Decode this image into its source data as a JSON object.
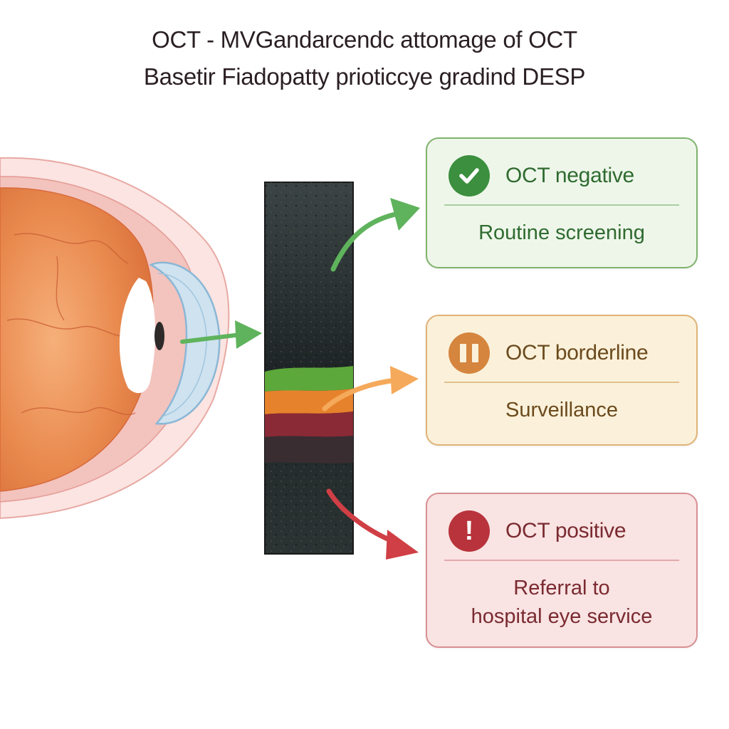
{
  "header": {
    "title_line1": "OCT - MVGandarcendc attomage of OCT",
    "title_line2": "Basetir Fiadopatty prioticcye gradind  DESP"
  },
  "icons": {
    "negative": "check-icon",
    "borderline": "pause-icon",
    "positive": "exclamation-icon"
  },
  "colors": {
    "negative": "#3b8f3e",
    "borderline": "#d5853e",
    "positive": "#b8333b",
    "arrow_green": "#5fb35c",
    "arrow_orange": "#f5a95a",
    "arrow_red": "#cf3f45"
  },
  "outcomes": {
    "negative": {
      "label": "OCT negative",
      "action": "Routine screening"
    },
    "borderline": {
      "label": "OCT borderline",
      "action": "Surveillance"
    },
    "positive": {
      "label": "OCT positive",
      "action_line1": "Referral to",
      "action_line2": "hospital eye service"
    }
  }
}
